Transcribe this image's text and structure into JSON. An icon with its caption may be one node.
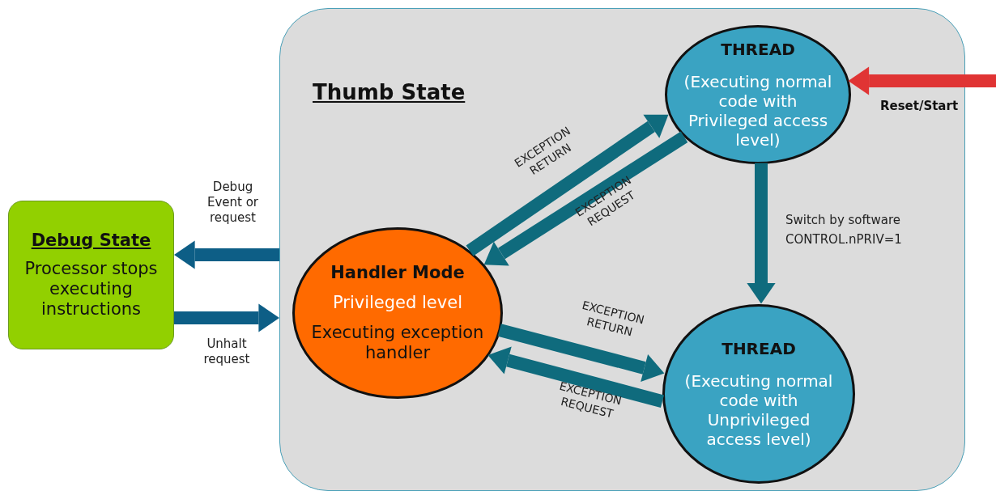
{
  "diagram": {
    "nodes": [
      {
        "text": [
          "Thumb State"
        ]
      },
      {
        "text": [
          "THREAD",
          "(Executing normal code with Privileged access level)"
        ],
        "in": 0
      },
      {
        "text": [
          "Handler Mode",
          "Privileged level",
          "Executing exception handler"
        ],
        "in": 0
      },
      {
        "text": [
          "THREAD",
          "(Executing normal code with Unprivileged access level)"
        ],
        "in": 0
      },
      {
        "text": [
          "Debug State",
          "Processor stops executing instructions"
        ]
      }
    ],
    "edges": [
      {
        "from": 2,
        "to": 1,
        "arrow": "to",
        "label": "EXCEPTION RETURN"
      },
      {
        "from": 1,
        "to": 2,
        "arrow": "to",
        "label": "EXCEPTION REQUEST"
      },
      {
        "from": 1,
        "to": 3,
        "arrow": "to",
        "label": "Switch by software CONTROL.nPRIV=1"
      },
      {
        "from": 2,
        "to": 3,
        "arrow": "to",
        "label": "EXCEPTION RETURN"
      },
      {
        "from": 3,
        "to": 2,
        "arrow": "to",
        "label": "EXCEPTION REQUEST"
      },
      {
        "from": 0,
        "to": 4,
        "arrow": "to",
        "label": "Debug Event or request",
        "color": "#0d5e86"
      },
      {
        "from": 4,
        "to": 0,
        "arrow": "to",
        "label": "Unhalt request",
        "color": "#0d5e86"
      },
      {
        "from": null,
        "to": 1,
        "arrow": "to",
        "label": "Reset/Start",
        "color": "#e03434"
      }
    ]
  }
}
